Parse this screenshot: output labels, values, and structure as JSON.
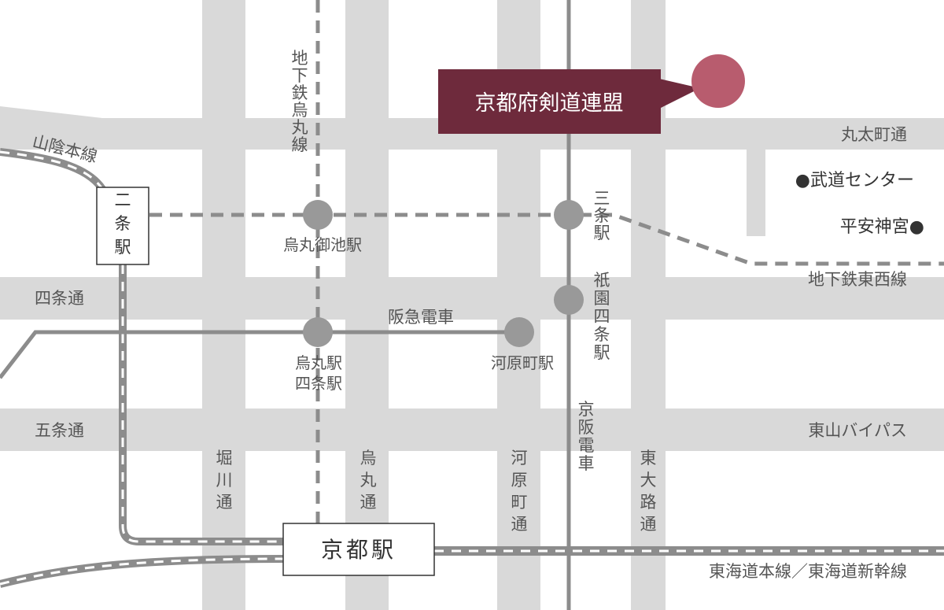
{
  "map": {
    "title": "京都府剣道連盟",
    "roads": {
      "marutamachi": "丸太町通",
      "shijo": "四条通",
      "gojo": "五条通",
      "higashiyama_bypass": "東山バイパス",
      "horikawa": "堀川通",
      "karasuma": "烏丸通",
      "kawaramachi": "河原町通",
      "higashioji": "東大路通"
    },
    "rail_lines": {
      "sanin": "山陰本線",
      "subway_karasuma": "地下鉄烏丸線",
      "subway_tozai": "地下鉄東西線",
      "hankyu": "阪急電車",
      "keihan": "京阪電車",
      "tokaido": "東海道本線／東海道新幹線"
    },
    "stations": {
      "kyoto": "京都駅",
      "nijo": "二条駅",
      "karasuma_oike": "烏丸御池駅",
      "karasuma_shijo": "烏丸駅\n四条駅",
      "kawaramachi": "河原町駅",
      "sanjo": "三条駅",
      "gion_shijo": "祇園四条駅"
    },
    "landmarks": {
      "budo_center": "●武道センター",
      "heian_jingu": "平安神宮●"
    },
    "colors": {
      "road": "#d9d9d9",
      "line_gray": "#8c8c8c",
      "station": "#999999",
      "title_bg": "#6e2a3c",
      "marker": "#b85c6e",
      "text": "#555555"
    }
  }
}
